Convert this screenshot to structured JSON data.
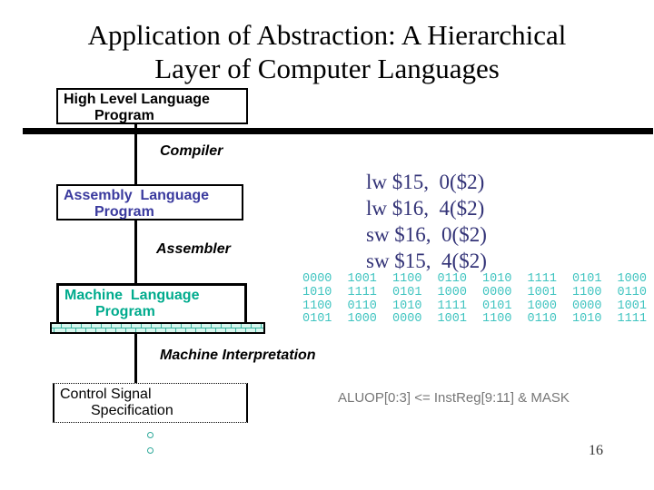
{
  "title": {
    "line1": "Application of Abstraction: A Hierarchical",
    "line2": "Layer of Computer Languages"
  },
  "boxes": {
    "high_level": {
      "line1": "High Level Language",
      "line2": "Program"
    },
    "assembly": {
      "line1": "Assembly  Language",
      "line2": "Program"
    },
    "machine": {
      "line1": "Machine  Language",
      "line2": "Program"
    },
    "control": {
      "line1": "Control Signal",
      "line2": "Specification"
    }
  },
  "labels": {
    "compiler": "Compiler",
    "assembler": "Assembler",
    "machine_interpretation": "Machine Interpretation"
  },
  "assembly_code": {
    "lines": [
      "lw $15,  0($2)",
      "lw $16,  4($2)",
      "sw $16,  0($2)",
      "sw $15,  4($2)"
    ]
  },
  "machine_code": {
    "rows": [
      "0000 1001 1100 0110 1010 1111 0101 1000",
      "1010 1111 0101 1000 0000 1001 1100 0110",
      "1100 0110 1010 1111 0101 1000 0000 1001",
      "0101 1000 0000 1001 1100 0110 1010 1111"
    ]
  },
  "control_signal_example": "ALUOP[0:3] <= InstReg[9:11] & MASK",
  "page_number": "16",
  "colors": {
    "assembly_label": "#3A3A9E",
    "assembly_code": "#333377",
    "machine_label": "#00AB8D",
    "machine_code": "#3FC4C0",
    "control_example_text": "#777777",
    "brick_band_fill": "#d8f7ee",
    "brick_band_lines": "#35b3a0"
  }
}
